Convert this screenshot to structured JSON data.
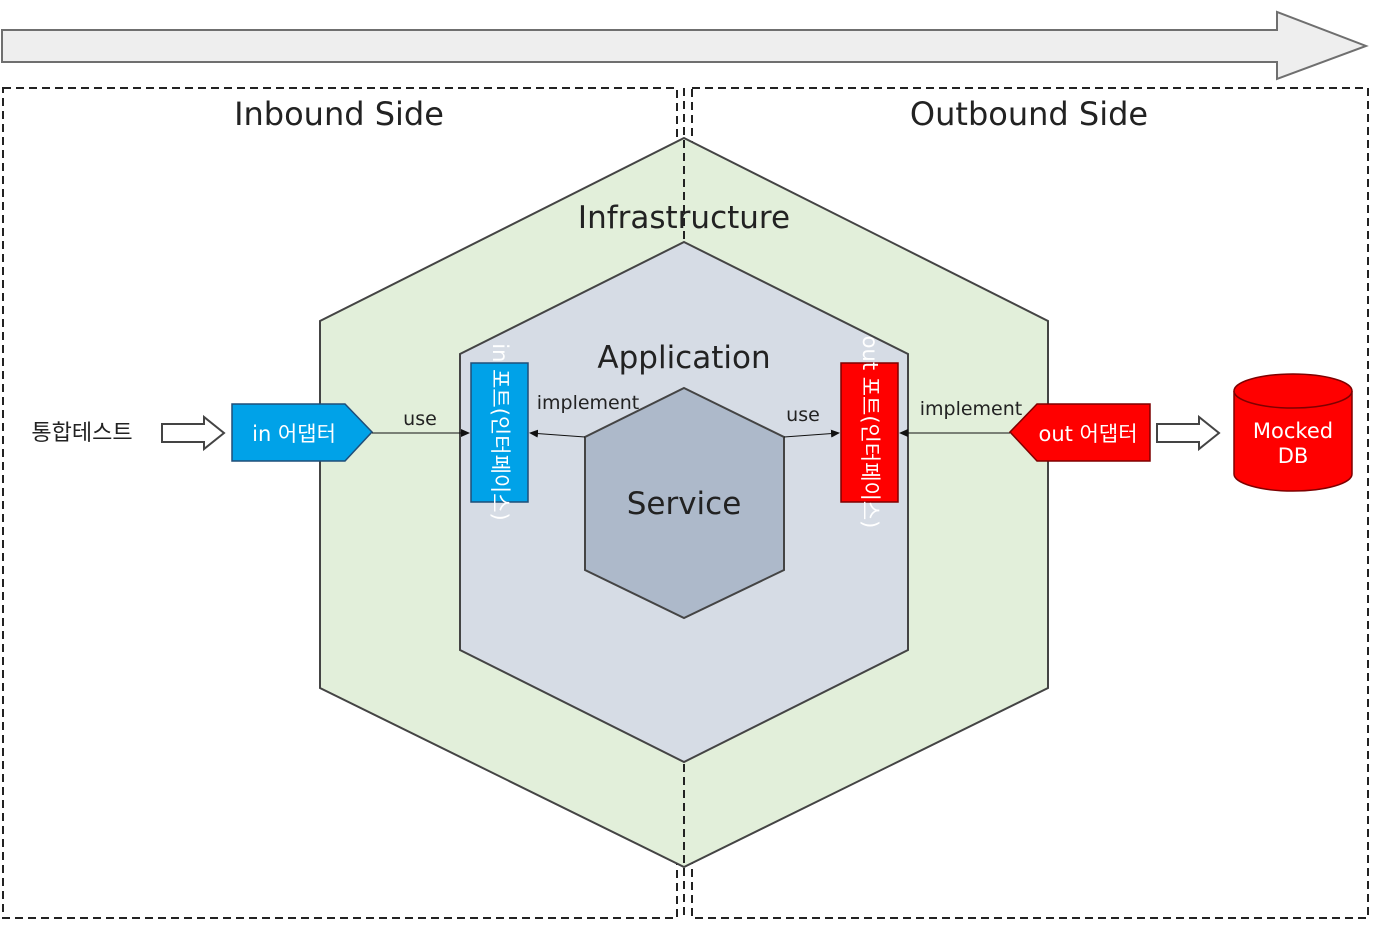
{
  "flow_arrow": {
    "fill": "#eeeeee",
    "stroke": "#6f6f6f"
  },
  "regions": {
    "inbound": "Inbound Side",
    "outbound": "Outbound Side"
  },
  "hexagons": {
    "infrastructure": {
      "label": "Infrastructure",
      "fill": "#e2efda",
      "stroke": "#444444"
    },
    "application": {
      "label": "Application",
      "fill": "#d6dce5",
      "stroke": "#444444"
    },
    "service": {
      "label": "Service",
      "fill": "#adb9ca",
      "stroke": "#444444"
    }
  },
  "inbound": {
    "test_label": "통합테스트",
    "adapter_label": "in 어댑터",
    "adapter_color": "#00a2e8",
    "port_label": "in 포트(인터페이스)",
    "port_color": "#00a2e8",
    "use_label": "use",
    "implement_label": "implement"
  },
  "outbound": {
    "adapter_label": "out 어댑터",
    "adapter_color": "#ff0000",
    "port_label": "out 포트(인터페이스)",
    "port_color": "#ff0000",
    "use_label": "use",
    "implement_label": "implement",
    "db_label_line1": "Mocked",
    "db_label_line2": "DB",
    "db_color": "#ff0000"
  }
}
